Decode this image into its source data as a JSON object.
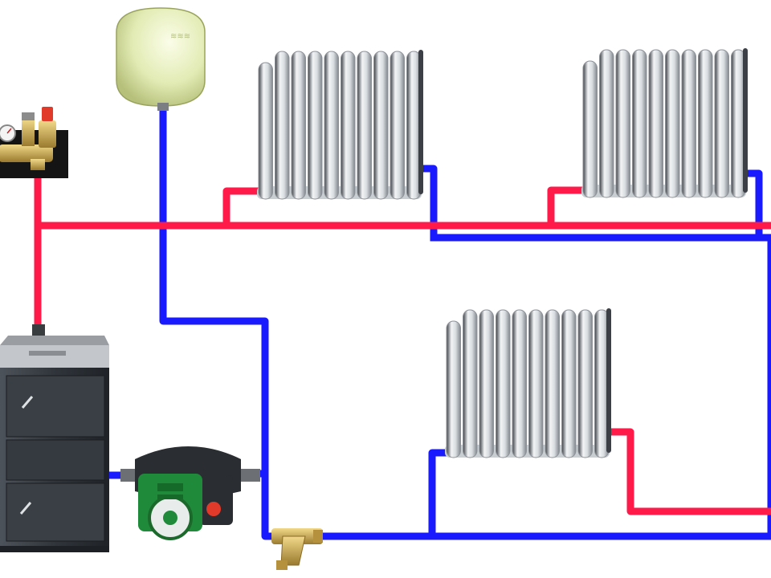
{
  "diagram": {
    "description_text": "",
    "colors": {
      "supply_pipe": "#ff1a4a",
      "return_pipe": "#1a1aff",
      "radiator_light": "#eef0f2",
      "radiator_mid": "#c9ced3",
      "radiator_dark": "#3c4046",
      "boiler_body": "#2f343a",
      "boiler_top": "#b9bcc0",
      "pump_motor": "#1f8a3a",
      "pump_body": "#2a2d31",
      "pump_accent": "#e23a2a",
      "expansion_tank": "#e2ebb4",
      "brass": "#c9a64e",
      "gauge_face": "#f4f4f4",
      "manifold_block": "#141414"
    },
    "components": [
      {
        "name": "boiler",
        "icon": "boiler-icon"
      },
      {
        "name": "circulation-pump",
        "icon": "pump-icon"
      },
      {
        "name": "expansion-tank",
        "icon": "tank-icon"
      },
      {
        "name": "safety-group",
        "icon": "pressure-gauge-icon"
      },
      {
        "name": "strainer-filter",
        "icon": "filter-icon"
      },
      {
        "name": "radiator-1",
        "icon": "radiator-icon"
      },
      {
        "name": "radiator-2",
        "icon": "radiator-icon"
      },
      {
        "name": "radiator-3",
        "icon": "radiator-icon"
      }
    ]
  }
}
